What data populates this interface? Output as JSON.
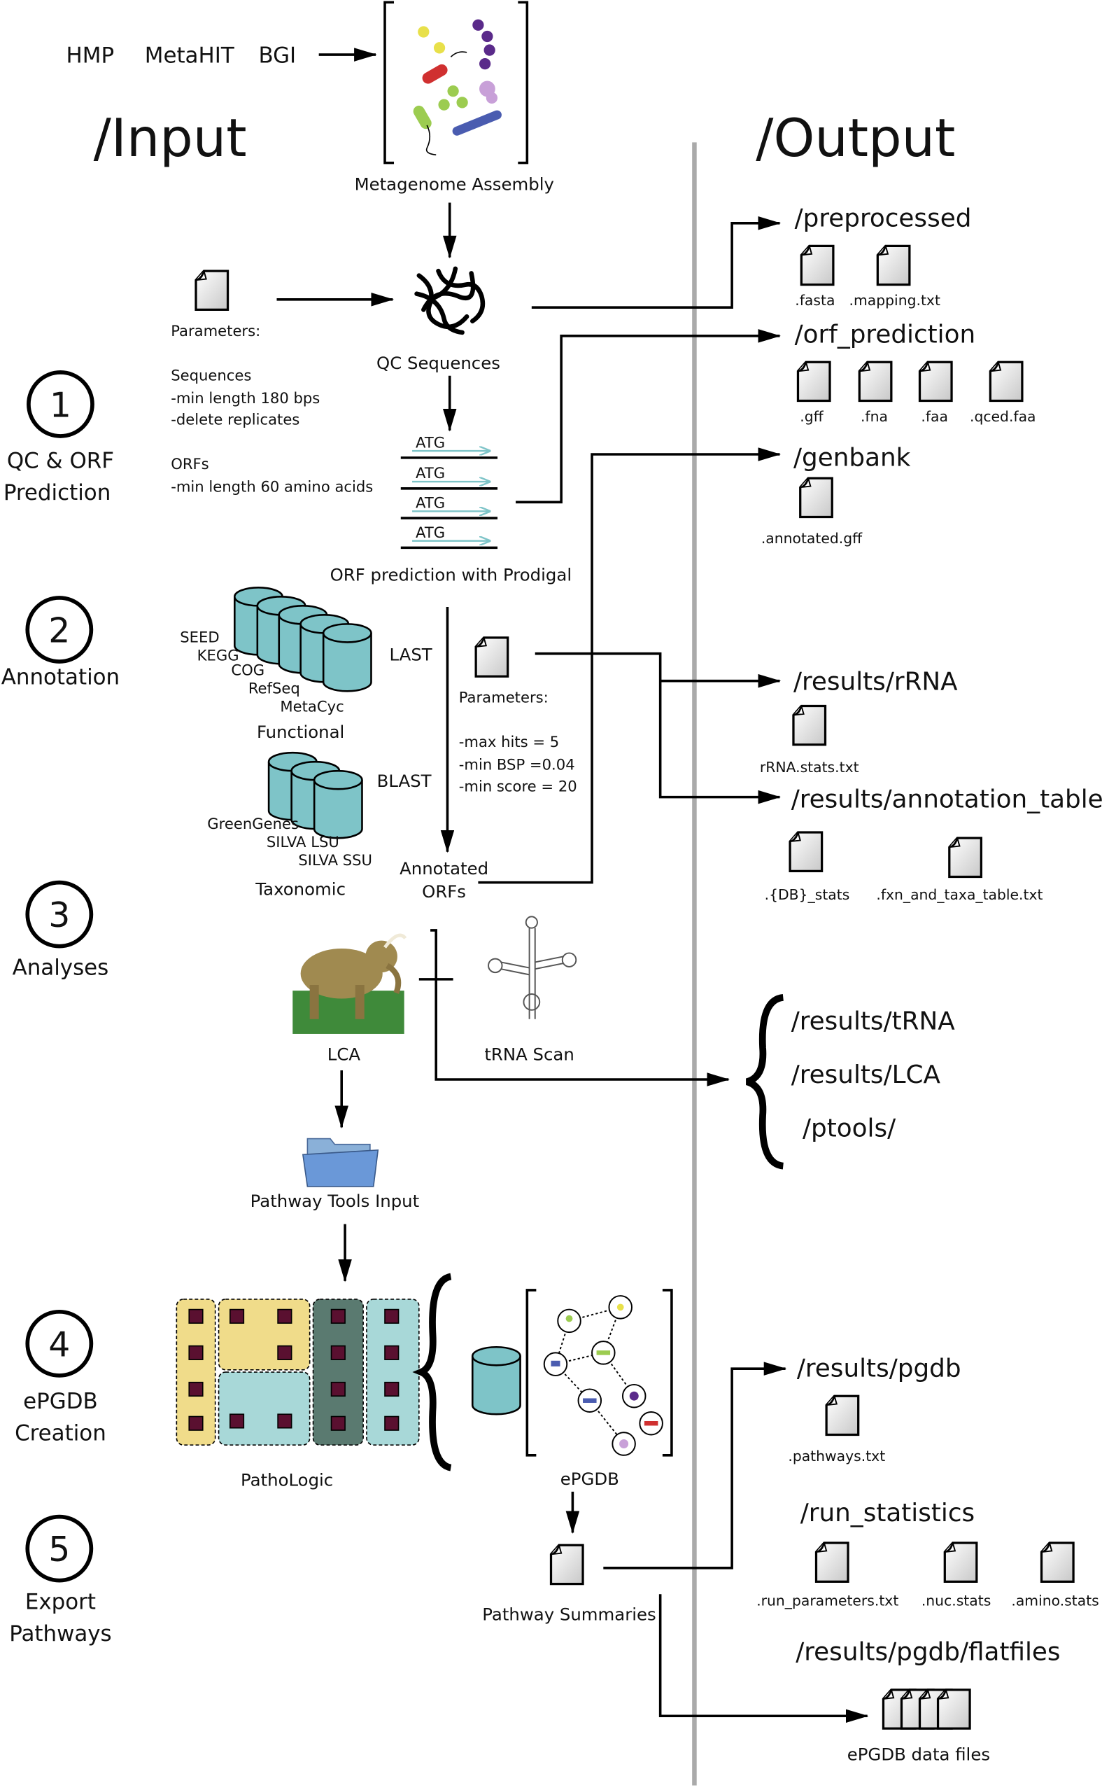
{
  "sources": [
    "HMP",
    "MetaHIT",
    "BGI"
  ],
  "input_title": "/Input",
  "output_title": "/Output",
  "colors": {
    "database_teal": "#7ec4c8",
    "divider_gray": "#aaaaaa",
    "orf_arrow_cyan": "#7ec4c8"
  },
  "steps": [
    {
      "number": "1",
      "lines": [
        "QC & ORF",
        "Prediction"
      ]
    },
    {
      "number": "2",
      "lines": [
        "Annotation"
      ]
    },
    {
      "number": "3",
      "lines": [
        "Analyses"
      ]
    },
    {
      "number": "4",
      "lines": [
        "ePGDB",
        "Creation"
      ]
    },
    {
      "number": "5",
      "lines": [
        "Export",
        "Pathways"
      ]
    }
  ],
  "pipeline": {
    "metagenome_assembly": "Metagenome Assembly",
    "qc_sequences": "QC Sequences",
    "qc_params": [
      "Parameters:",
      "Sequences",
      "-min length 180 bps",
      "-delete replicates",
      "ORFs",
      "-min length 60 amino acids"
    ],
    "atg": "ATG",
    "orf_prediction": "ORF prediction with Prodigal",
    "functional_dbs": [
      "SEED",
      "KEGG",
      "COG",
      "RefSeq",
      "MetaCyc"
    ],
    "functional": "Functional",
    "taxonomic_dbs": [
      "GreenGenes",
      "SILVA LSU",
      "SILVA SSU"
    ],
    "taxonomic": "Taxonomic",
    "last": "LAST",
    "blast": "BLAST",
    "annotation_params": [
      "Parameters:",
      "-max hits = 5",
      "-min BSP =0.04",
      "-min score = 20"
    ],
    "annotated_orfs": [
      "Annotated",
      "ORFs"
    ],
    "lca": "LCA",
    "trna_scan": "tRNA Scan",
    "pathway_tools_input": "Pathway Tools Input",
    "pathologic": "PathoLogic",
    "epgdb": "ePGDB",
    "pathway_summaries": "Pathway Summaries"
  },
  "outputs": {
    "preprocessed": {
      "folder": "/preprocessed",
      "files": [
        ".fasta",
        ".mapping.txt"
      ]
    },
    "orf_prediction": {
      "folder": "/orf_prediction",
      "files": [
        ".gff",
        ".fna",
        ".faa",
        ".qced.faa"
      ]
    },
    "genbank": {
      "folder": "/genbank",
      "files": [
        ".annotated.gff"
      ]
    },
    "rrna": {
      "folder": "/results/rRNA",
      "files": [
        "rRNA.stats.txt"
      ]
    },
    "annotation_tables": {
      "folder": "/results/annotation_tables",
      "files": [
        ".{DB}_stats",
        ".fxn_and_taxa_table.txt"
      ]
    },
    "analyses": [
      "/results/tRNA",
      "/results/LCA",
      "/ptools/"
    ],
    "pgdb": {
      "folder": "/results/pgdb",
      "files": [
        ".pathways.txt"
      ]
    },
    "run_statistics": {
      "folder": "/run_statistics",
      "files": [
        ".run_parameters.txt",
        ".nuc.stats",
        ".amino.stats"
      ]
    },
    "flatfiles": {
      "folder": "/results/pgdb/flatfiles",
      "files": [
        "ePGDB data files"
      ]
    }
  }
}
